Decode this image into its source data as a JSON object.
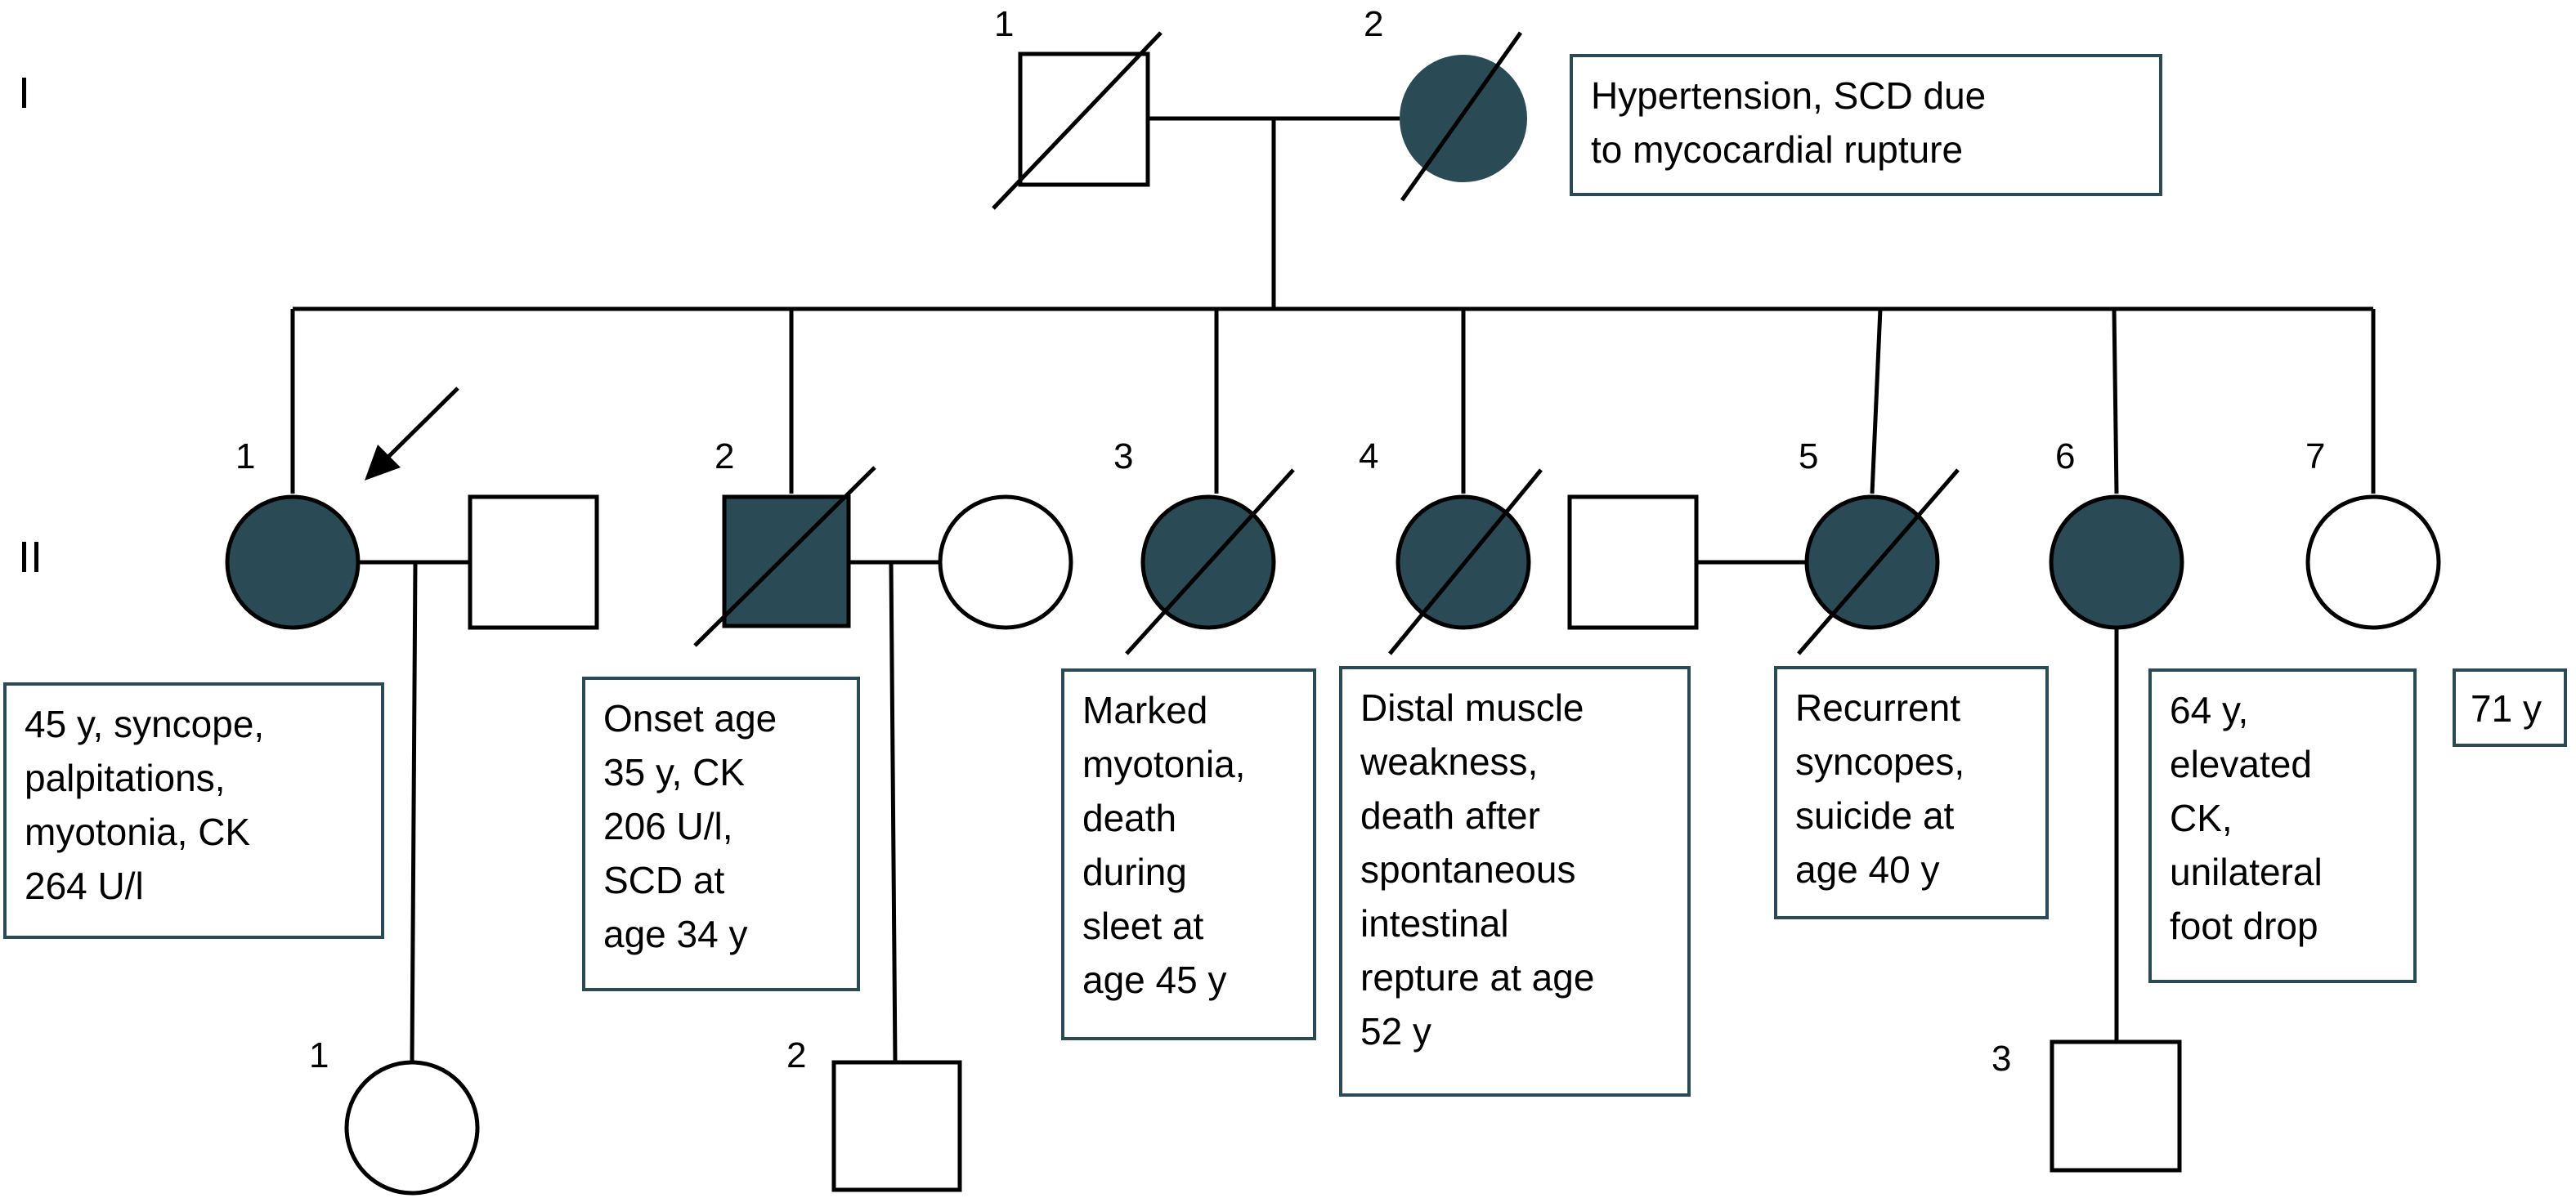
{
  "generations": [
    "I",
    "II"
  ],
  "colors": {
    "affected": "#2a4a55",
    "unaffected": "#ffffff",
    "line": "#000000",
    "box_border": "#2a4a55"
  },
  "proband_marker": "arrow-icon",
  "individuals": [
    {
      "id": "I-1",
      "number": "1",
      "sex": "male",
      "affected": false,
      "deceased": true
    },
    {
      "id": "I-2",
      "number": "2",
      "sex": "female",
      "affected": true,
      "deceased": true
    },
    {
      "id": "II-1",
      "number": "1",
      "sex": "female",
      "affected": true,
      "deceased": false,
      "proband": true
    },
    {
      "id": "II-1-spouse",
      "number": "",
      "sex": "male",
      "affected": false,
      "deceased": false
    },
    {
      "id": "II-2",
      "number": "2",
      "sex": "male",
      "affected": true,
      "deceased": true
    },
    {
      "id": "II-2-spouse",
      "number": "",
      "sex": "female",
      "affected": false,
      "deceased": false
    },
    {
      "id": "II-3",
      "number": "3",
      "sex": "female",
      "affected": true,
      "deceased": true
    },
    {
      "id": "II-4",
      "number": "4",
      "sex": "female",
      "affected": true,
      "deceased": true
    },
    {
      "id": "II-5-spouse",
      "number": "",
      "sex": "male",
      "affected": false,
      "deceased": false
    },
    {
      "id": "II-5",
      "number": "5",
      "sex": "female",
      "affected": true,
      "deceased": true
    },
    {
      "id": "II-6",
      "number": "6",
      "sex": "female",
      "affected": true,
      "deceased": false
    },
    {
      "id": "II-7",
      "number": "7",
      "sex": "female",
      "affected": false,
      "deceased": false
    },
    {
      "id": "III-1",
      "number": "1",
      "sex": "female",
      "affected": false,
      "deceased": false
    },
    {
      "id": "III-2",
      "number": "2",
      "sex": "male",
      "affected": false,
      "deceased": false
    },
    {
      "id": "III-3",
      "number": "3",
      "sex": "male",
      "affected": false,
      "deceased": false
    }
  ],
  "notes": {
    "I-2": "Hypertension, SCD due\nto mycocardial rupture",
    "II-1": "45 y, syncope,\npalpitations,\nmyotonia, CK\n264 U/l",
    "II-2": "Onset age\n35 y, CK\n206 U/l,\nSCD at\nage 34 y",
    "II-3": "Marked\nmyotonia,\ndeath\nduring\nsleet at\nage 45 y",
    "II-4": "Distal muscle\nweakness,\ndeath after\nspontaneous\nintestinal\nrepture at age\n52 y",
    "II-5": "Recurrent\nsyncopes,\nsuicide at\nage 40 y",
    "II-6": "64 y,\nelevated\nCK,\nunilateral\nfoot drop",
    "II-7": "71 y"
  }
}
